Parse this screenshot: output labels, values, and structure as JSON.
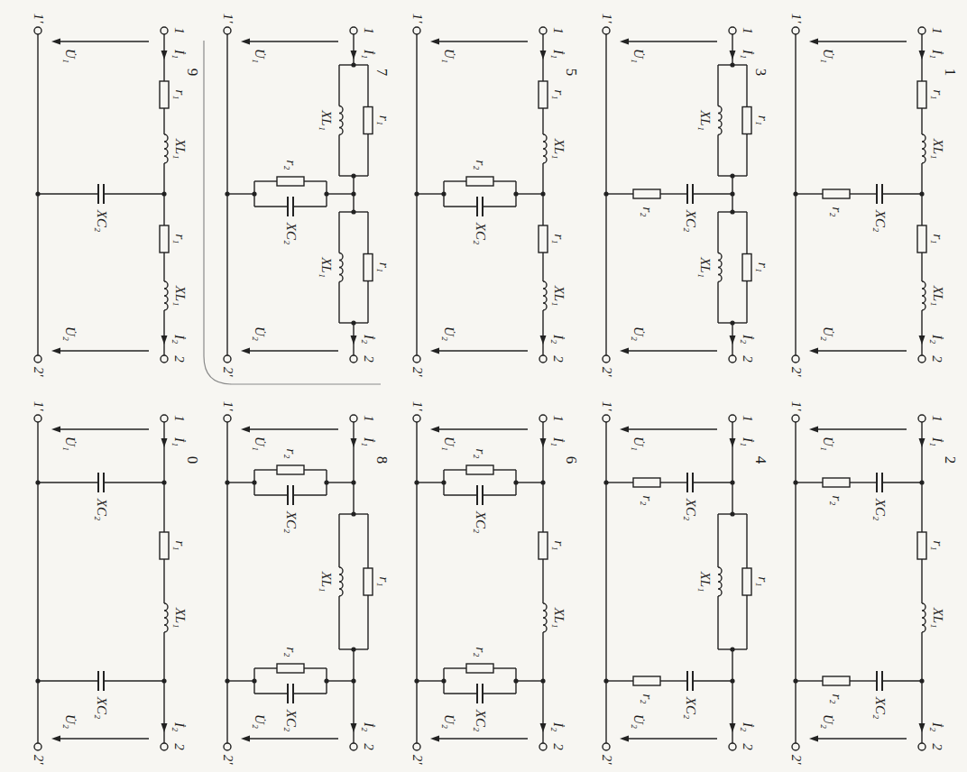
{
  "diagram": {
    "labels": [
      "1",
      "1",
      "1'",
      "2",
      "2'",
      "U̇₁",
      "İ₁",
      "İ₂",
      "U̇₂",
      "r₁",
      "XL₁",
      "XC₂",
      "r₂",
      "r₁",
      "XL₁",
      "2",
      "1",
      "1'",
      "2",
      "2'",
      "U̇₁",
      "İ₁",
      "İ₂",
      "U̇₂",
      "XC₂",
      "r₂",
      "r₁",
      "XL₁",
      "XC₂",
      "r₂",
      "3",
      "1",
      "1'",
      "2",
      "2'",
      "U̇₁",
      "İ₁",
      "İ₂",
      "U̇₂",
      "r₁",
      "XL₁",
      "XC₂",
      "r₂",
      "r₁",
      "XL₁",
      "4",
      "1",
      "1'",
      "2",
      "2'",
      "U̇₁",
      "İ₁",
      "İ₂",
      "U̇₂",
      "XC₂",
      "r₂",
      "r₁",
      "XL₁",
      "XC₂",
      "r₂",
      "5",
      "1",
      "1'",
      "2",
      "2'",
      "U̇₁",
      "İ₁",
      "İ₂",
      "U̇₂",
      "r₁",
      "XL₁",
      "r₂",
      "XC₂",
      "r₁",
      "XL₁",
      "6",
      "1",
      "1'",
      "2",
      "2'",
      "U̇₁",
      "İ₁",
      "İ₂",
      "U̇₂",
      "r₂",
      "XC₂",
      "r₁",
      "XL₁",
      "r₂",
      "XC₂",
      "7",
      "1",
      "1'",
      "2",
      "2'",
      "U̇₁",
      "İ₁",
      "İ₂",
      "U̇₂",
      "r₁",
      "XL₁",
      "r₂",
      "XC₂",
      "r₁",
      "XL₁",
      "8",
      "1",
      "1'",
      "2",
      "2'",
      "U̇₁",
      "İ₁",
      "İ₂",
      "U̇₂",
      "r₂",
      "XC₂",
      "r₁",
      "XL₁",
      "r₂",
      "XC₂",
      "9",
      "1",
      "1'",
      "2",
      "2'",
      "U̇₁",
      "İ₁",
      "İ₂",
      "U̇₂",
      "r₁",
      "XL₁",
      "XC₂",
      "r₁",
      "XL₁",
      "0",
      "1",
      "1'",
      "2",
      "2'",
      "U̇₁",
      "İ₁",
      "İ₂",
      "U̇₂",
      "XC₂",
      "r₁",
      "XL₁",
      "XC₂"
    ]
  }
}
